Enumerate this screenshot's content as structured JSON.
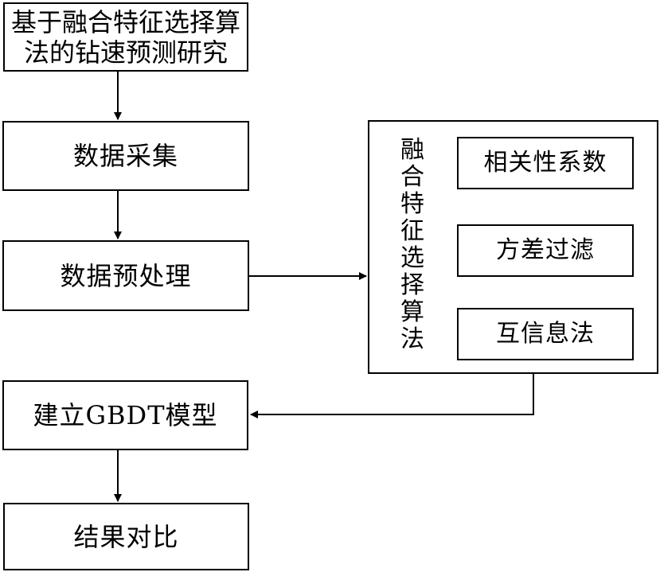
{
  "diagram": {
    "title": "基于融合特征选择算法的钻速预测研究",
    "steps": {
      "data_collection": "数据采集",
      "preprocessing": "数据预处理",
      "build_model": "建立GBDT模型",
      "compare_results": "结果对比"
    },
    "feature_selection": {
      "label": "融合特征选择算法",
      "methods": [
        "相关性系数",
        "方差过滤",
        "互信息法"
      ]
    }
  },
  "colors": {
    "line": "#000000",
    "background": "#ffffff"
  }
}
